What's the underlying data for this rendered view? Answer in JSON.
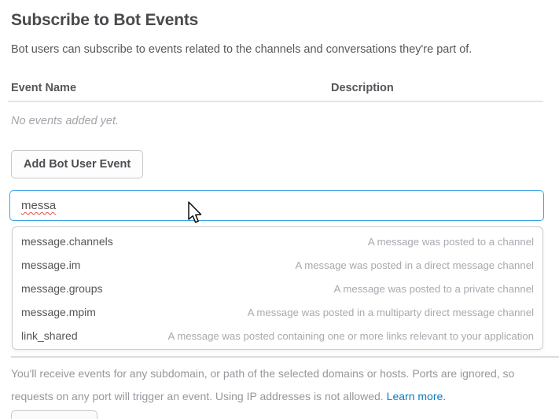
{
  "page": {
    "title": "Subscribe to Bot Events",
    "intro": "Bot users can subscribe to events related to the channels and conversations they're part of."
  },
  "events_table": {
    "columns": [
      "Event Name",
      "Description"
    ],
    "empty_message": "No events added yet."
  },
  "actions": {
    "add_button_label": "Add Bot User Event"
  },
  "event_search": {
    "value": "messa",
    "suggestions": [
      {
        "name": "message.channels",
        "description": "A message was posted to a channel"
      },
      {
        "name": "message.im",
        "description": "A message was posted in a direct message channel"
      },
      {
        "name": "message.groups",
        "description": "A message was posted to a private channel"
      },
      {
        "name": "message.mpim",
        "description": "A message was posted in a multiparty direct message channel"
      },
      {
        "name": "link_shared",
        "description": "A message was posted containing one or more links relevant to your application"
      }
    ]
  },
  "footer": {
    "note": "You'll receive events for any subdomain, or path of the selected domains or hosts. Ports are ignored, so requests on any port will trigger an event. Using IP addresses is not allowed.",
    "link_label": "Learn more."
  },
  "colors": {
    "focus_border_blue": "#3aa3e3",
    "link_blue": "#0b7bc1",
    "heading_gray": "#4a4a4e",
    "muted_gray": "#a3a3aa",
    "spellcheck_red": "#e4503f"
  }
}
